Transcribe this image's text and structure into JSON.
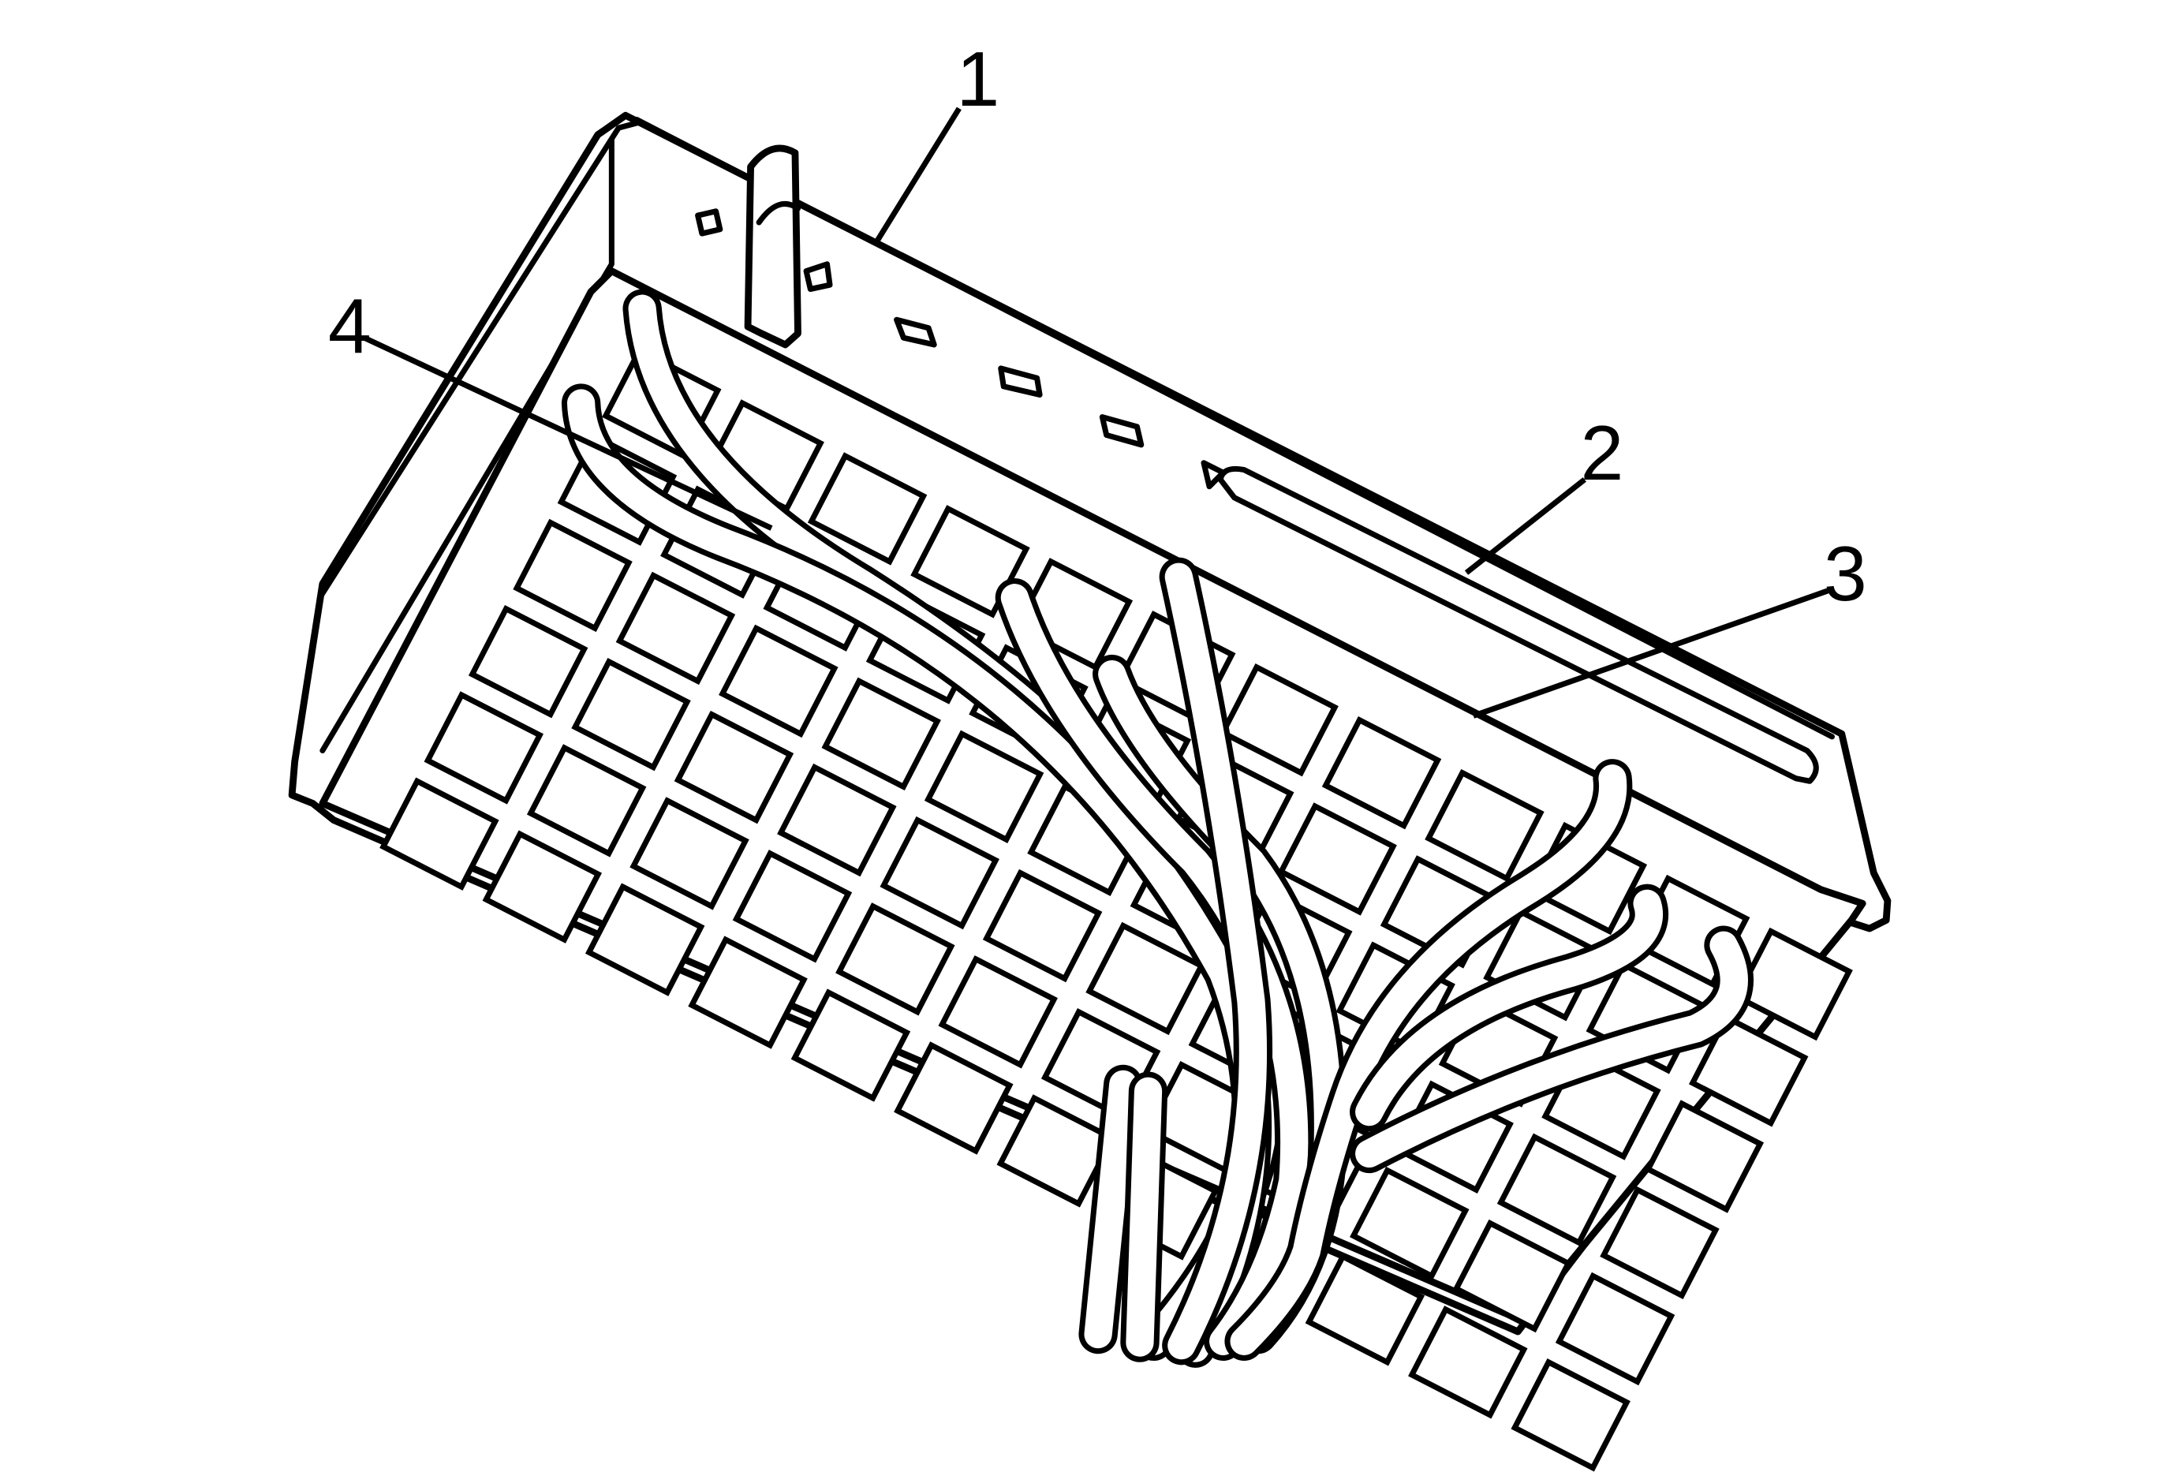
{
  "diagram": {
    "callouts": [
      {
        "id": "1",
        "label": "1"
      },
      {
        "id": "2",
        "label": "2"
      },
      {
        "id": "3",
        "label": "3"
      },
      {
        "id": "4",
        "label": "4"
      }
    ],
    "colors": {
      "line": "#000000",
      "background": "#ffffff"
    }
  }
}
